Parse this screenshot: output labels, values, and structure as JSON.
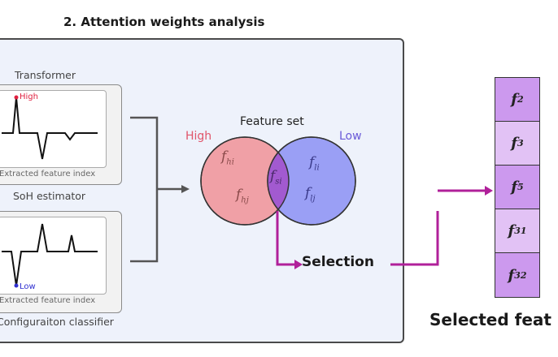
{
  "title": "2. Attention weights analysis",
  "models": [
    {
      "name": "Transformer",
      "peak_label": "High",
      "axis_caption": "Extracted feature index",
      "caption_below": "SoH estimator"
    },
    {
      "name": "SoH estimator",
      "peak_label": "Low",
      "axis_caption": "Extracted feature index",
      "caption_below": "Configuraiton classifier"
    }
  ],
  "venn": {
    "title": "Feature set",
    "high_label": "High",
    "low_label": "Low",
    "high_features": [
      {
        "base": "f",
        "sub": "hi"
      },
      {
        "base": "f",
        "sub": "hj"
      }
    ],
    "shared_feature": {
      "base": "f",
      "sub": "si"
    },
    "low_features": [
      {
        "base": "f",
        "sub": "li"
      },
      {
        "base": "f",
        "sub": "lj"
      }
    ]
  },
  "selection_label": "Selection",
  "selected": {
    "title": "Selected feat",
    "features": [
      {
        "base": "f",
        "sub": "2"
      },
      {
        "base": "f",
        "sub": "3"
      },
      {
        "base": "f",
        "sub": "5"
      },
      {
        "base": "f",
        "sub": "31"
      },
      {
        "base": "f",
        "sub": "32"
      }
    ]
  },
  "colors": {
    "high": "#e0556a",
    "low": "#6a5ad8",
    "high_circle": "#f0a0a6",
    "low_circle": "#9a9ff5",
    "overlap": "#a25ad0",
    "selection_arrow": "#b0209a"
  }
}
